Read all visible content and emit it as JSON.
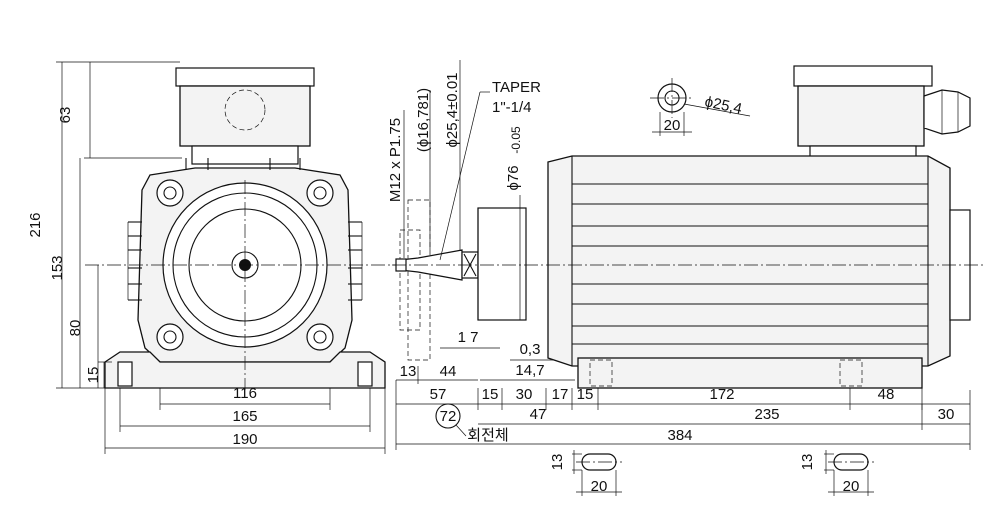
{
  "dims_left": {
    "d63": "63",
    "d216": "216",
    "d153": "153",
    "d80": "80",
    "d15": "15",
    "d116": "116",
    "d165": "165",
    "d190": "190"
  },
  "dims_shaft": {
    "thread": "M12 x P1.75",
    "d16781": "(ϕ16,781)",
    "d254tol": "ϕ25,4±0.01",
    "d76": "ϕ76",
    "d76tol": "-0.05",
    "taper_title": "TAPER",
    "taper_value": "1\"-1/4",
    "d17": "1 7",
    "d03": "0,3",
    "d147": "14,7",
    "d13": "13",
    "d44": "44",
    "d57": "57",
    "d15": "15",
    "d30": "30",
    "d17b": "17",
    "d47": "47"
  },
  "dims_side": {
    "d15": "15",
    "d172": "172",
    "d48": "48",
    "d235": "235",
    "d30": "30",
    "d384": "384"
  },
  "dims_hole": {
    "dia": "ϕ25,4",
    "w20": "20"
  },
  "slots": {
    "h13a": "13",
    "w20a": "20",
    "h13b": "13",
    "w20b": "20"
  },
  "note": {
    "circle_value": "72",
    "label": "회전체"
  }
}
